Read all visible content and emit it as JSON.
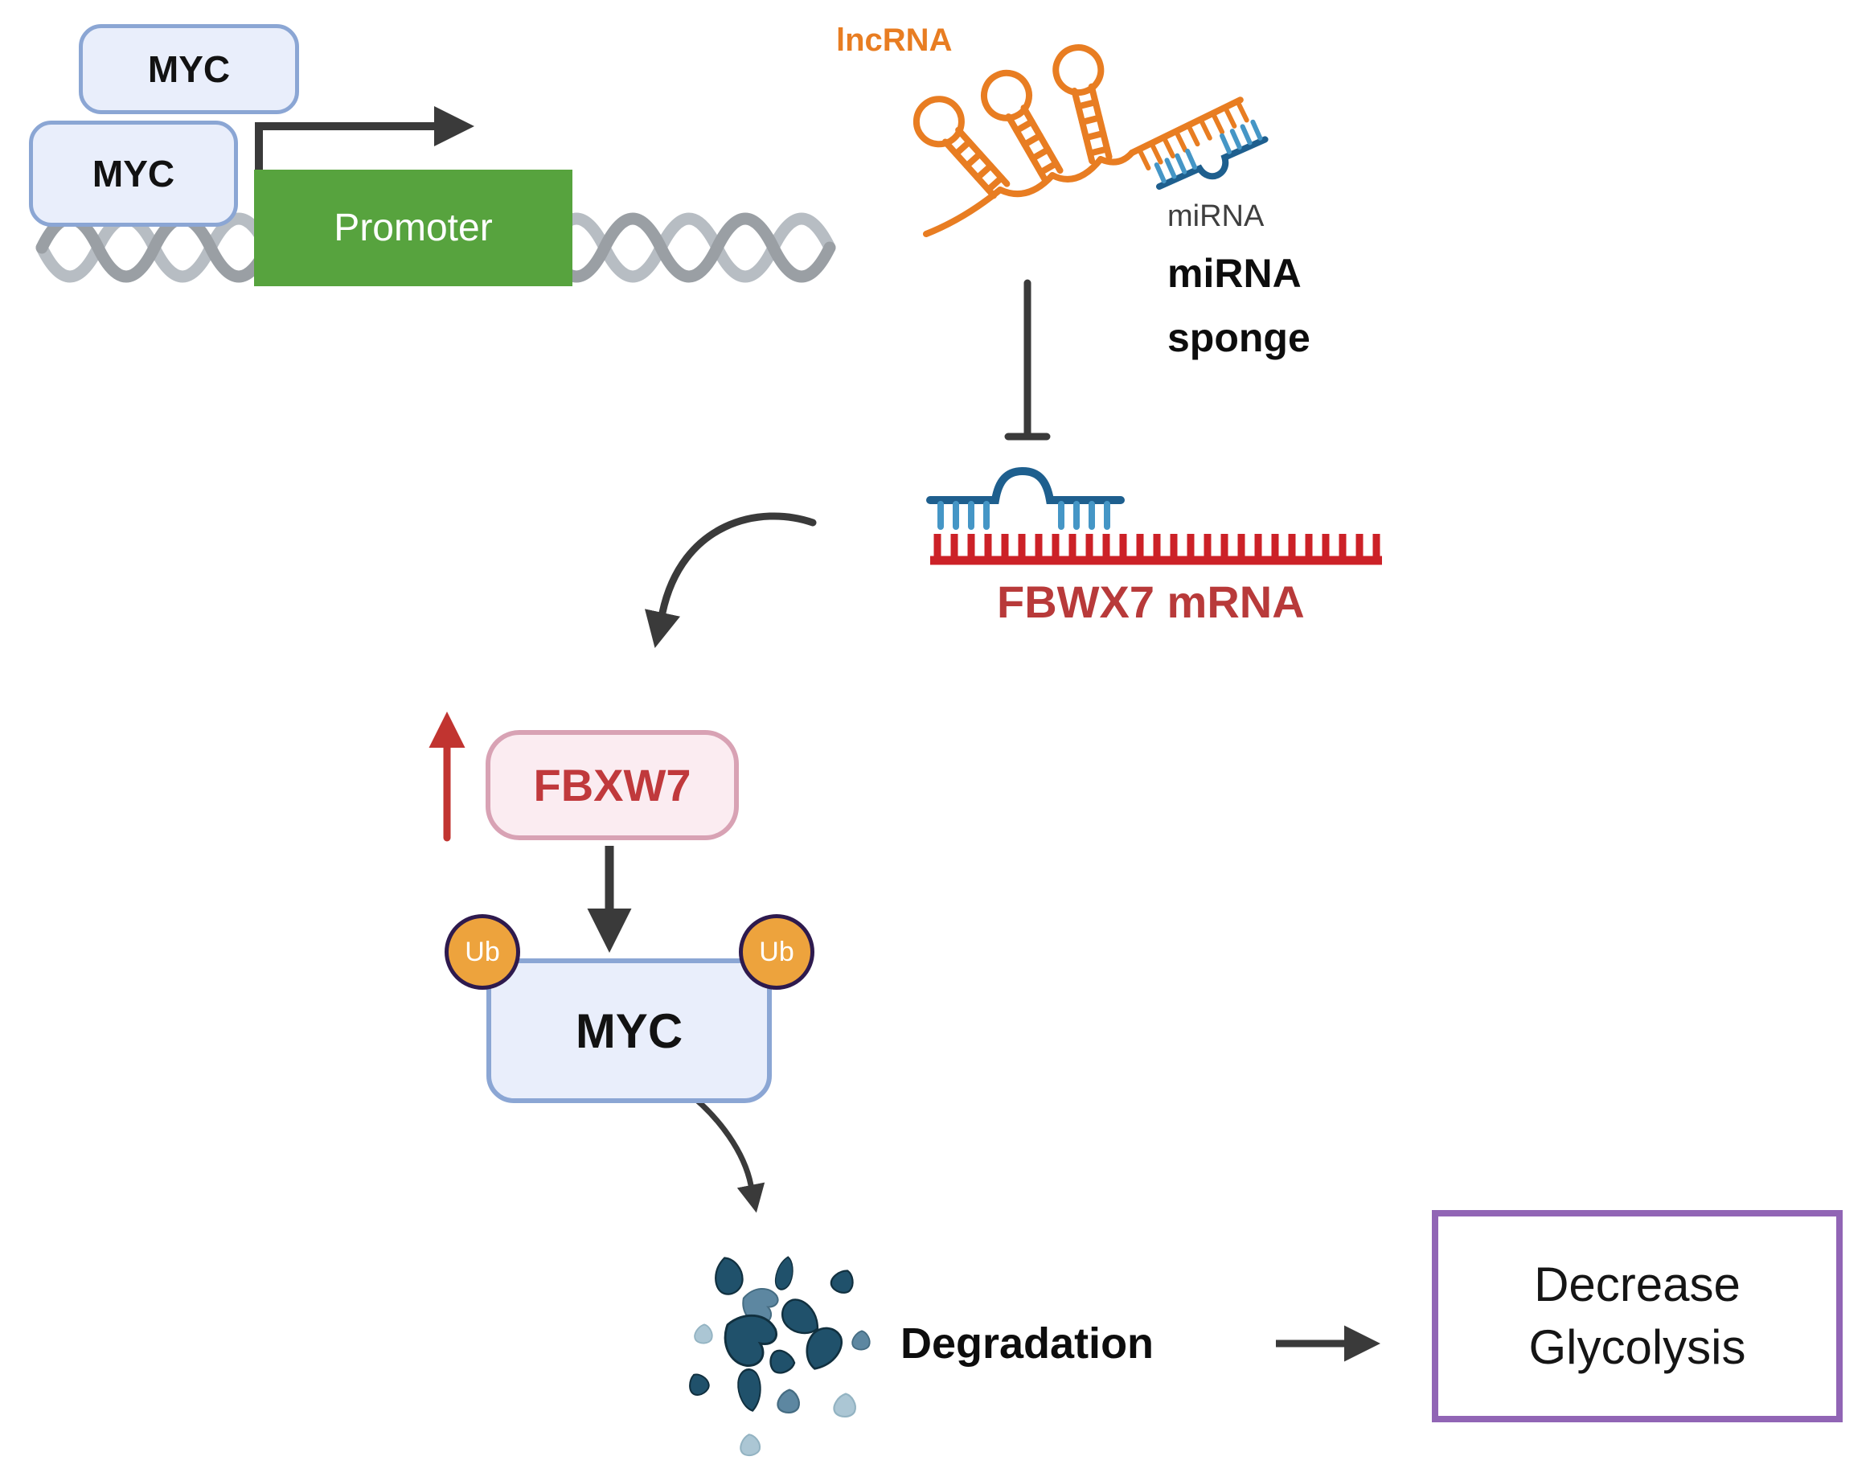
{
  "figure": {
    "type": "biological-pathway-diagram",
    "nodes": {
      "myc_top": {
        "label": "MYC"
      },
      "myc_left": {
        "label": "MYC"
      },
      "promoter": {
        "label": "Promoter"
      },
      "fbxw7": {
        "label": "FBXW7"
      },
      "myc_ubiquitinated": {
        "label": "MYC",
        "ub_left": "Ub",
        "ub_right": "Ub"
      },
      "outcome": {
        "line1": "Decrease",
        "line2": "Glycolysis"
      }
    },
    "labels": {
      "lncrna": "lncRNA",
      "mirna": "miRNA",
      "mirna_sponge_line1": "miRNA",
      "mirna_sponge_line2": "sponge",
      "fbwx7_mrna": "FBWX7 mRNA",
      "degradation": "Degradation"
    },
    "icons": [
      "dna-helix-icon",
      "transcription-start-arrow-icon",
      "lncrna-hairpin-icon",
      "mirna-strand-icon",
      "inhibition-tbar-icon",
      "mrna-duplex-icon",
      "curved-arrow-icon",
      "up-arrow-icon",
      "down-arrow-icon",
      "degradation-particles-icon",
      "right-arrow-icon"
    ],
    "colors": {
      "myc_fill": "#e9eefb",
      "myc_border": "#8ba6d4",
      "promoter_green": "#57a33e",
      "dna_front": "#9a9fa4",
      "dna_back": "#b7bdc3",
      "lncrna_orange": "#e87d22",
      "mirna_blue": "#1e5f8e",
      "mirna_blue_light": "#4596c6",
      "mrna_red": "#cc2127",
      "mrna_label_red": "#b83a3a",
      "fbxw7_fill": "#fbecf1",
      "fbxw7_border": "#d8a2b4",
      "fbxw7_text": "#c0393c",
      "up_arrow_red": "#c13430",
      "arrow_dark": "#3a3a3a",
      "ub_fill": "#eda33d",
      "ub_border": "#2e1a4e",
      "particle_dark": "#20516b",
      "particle_mid": "#5d87a1",
      "particle_light": "#abc6d4",
      "glycolysis_border": "#9165b5",
      "text_dark": "#151515",
      "mirna_gray": "#3f3f3f"
    }
  }
}
